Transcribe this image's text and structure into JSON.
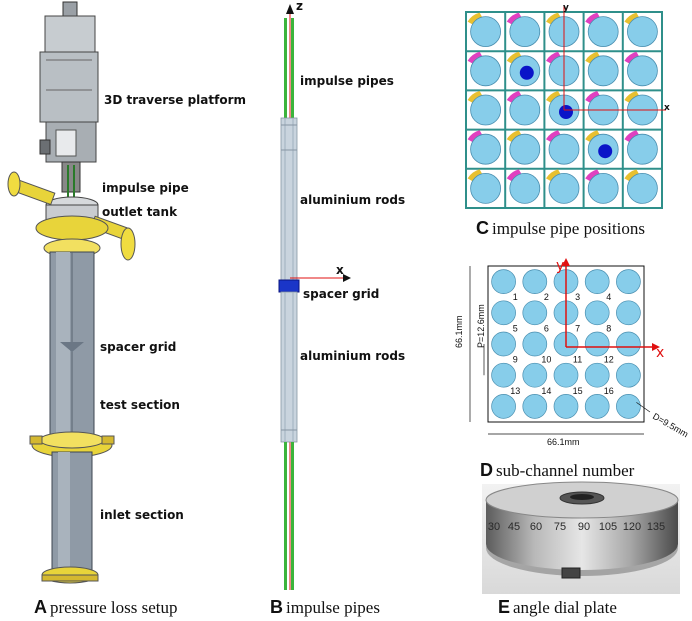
{
  "panelA": {
    "caption_letter": "A",
    "caption_text": "pressure loss setup",
    "labels": {
      "traverse": "3D traverse platform",
      "impulse_pipe": "impulse pipe",
      "outlet_tank": "outlet tank",
      "spacer_grid": "spacer grid",
      "test_section": "test section",
      "inlet_section": "inlet section"
    }
  },
  "panelB": {
    "caption_letter": "B",
    "caption_text": "impulse pipes",
    "axis_z": "z",
    "axis_x": "x",
    "labels": {
      "impulse_pipes": "impulse pipes",
      "aluminium_rods_top": "aluminium rods",
      "spacer_grid": "spacer grid",
      "aluminium_rods_bottom": "aluminium rods"
    }
  },
  "panelC": {
    "caption_letter": "C",
    "caption_text": "impulse pipe positions",
    "axis_y": "y",
    "axis_x": "x"
  },
  "panelD": {
    "caption_letter": "D",
    "caption_text": "sub-channel number",
    "axis_y": "y",
    "axis_x": "x",
    "dim_width": "66.1mm",
    "dim_height": "66.1mm",
    "dim_pitch": "P=12.6mm",
    "dim_diameter": "D=9.5mm",
    "subchannels": [
      "1",
      "2",
      "3",
      "4",
      "5",
      "6",
      "7",
      "8",
      "9",
      "10",
      "11",
      "12",
      "13",
      "14",
      "15",
      "16"
    ]
  },
  "panelE": {
    "caption_letter": "E",
    "caption_text": "angle dial plate",
    "dial_marks": [
      "30",
      "45",
      "60",
      "75",
      "90",
      "105",
      "120",
      "135"
    ]
  },
  "colors": {
    "rod_fill": "#87cdea",
    "grid_line": "#2f8f8a",
    "impulse_blue": "#0a14c8",
    "magenta": "#e040c0",
    "yellow": "#e8c030",
    "axis_red": "#e01010",
    "pipe_green": "#3cb43c"
  }
}
